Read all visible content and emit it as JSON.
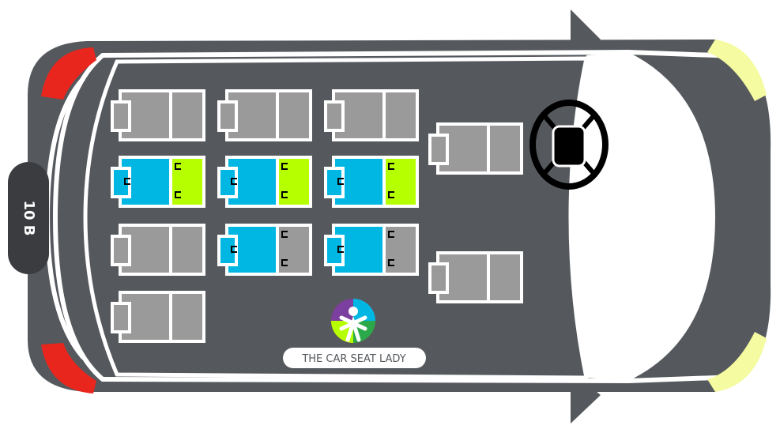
{
  "vehicle": {
    "badge_label": "10 B",
    "brand_label": "THE CAR SEAT LADY",
    "colors": {
      "body": "#55585d",
      "outline": "#ffffff",
      "seat_gray": "#9a9a9a",
      "seat_cyan": "#00b7e3",
      "seat_lime": "#b6ff00",
      "headlight": "#f4fba0",
      "taillight": "#e8261e",
      "badge": "#3a3c40",
      "wheel": "#000000"
    },
    "icons": [
      "steering-wheel-icon",
      "car-seat-lady-logo",
      "direction-arrow-icon",
      "headlight-icon",
      "taillight-icon",
      "seat-icon",
      "latch-anchor-icon"
    ]
  },
  "seats": [
    {
      "id": "row1-left",
      "bottom": "gray",
      "back": "gray",
      "latch": false
    },
    {
      "id": "row1-center",
      "bottom": "gray",
      "back": "gray",
      "latch": false
    },
    {
      "id": "row1-right",
      "bottom": "gray",
      "back": "gray",
      "latch": false
    },
    {
      "id": "row1-front",
      "bottom": "gray",
      "back": "gray",
      "latch": false
    },
    {
      "id": "row2-left",
      "bottom": "cyan",
      "back": "lime",
      "latch": true
    },
    {
      "id": "row2-center",
      "bottom": "cyan",
      "back": "lime",
      "latch": true
    },
    {
      "id": "row2-right",
      "bottom": "cyan",
      "back": "lime",
      "latch": true
    },
    {
      "id": "row3-left",
      "bottom": "gray",
      "back": "gray",
      "latch": false
    },
    {
      "id": "row3-center",
      "bottom": "cyan",
      "back": "gray",
      "latch": true
    },
    {
      "id": "row3-right",
      "bottom": "cyan",
      "back": "gray",
      "latch": true
    },
    {
      "id": "row3-front",
      "bottom": "gray",
      "back": "gray",
      "latch": false
    },
    {
      "id": "row4-left",
      "bottom": "gray",
      "back": "gray",
      "latch": false
    }
  ]
}
